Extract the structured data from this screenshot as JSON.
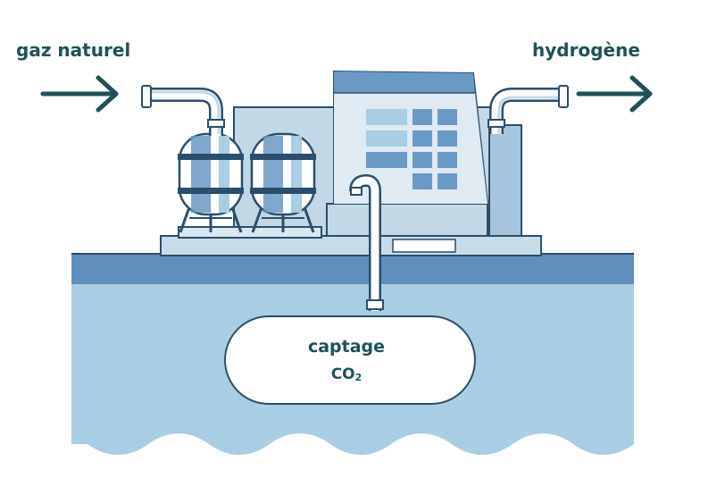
{
  "labels": {
    "input": "gaz naturel",
    "output": "hydrogène",
    "storage_line1": "captage",
    "storage_co2_main": "CO",
    "storage_co2_sub": "2"
  },
  "icons": [
    "arrow-right-icon",
    "arrow-right-icon"
  ],
  "colors": {
    "outline": "#2a4e6c",
    "ground_top": "#5f8fbd",
    "underground": "#a9cde2",
    "building": "#c3d8e6",
    "accent": "#6a99c6",
    "text": "#1f5157"
  }
}
